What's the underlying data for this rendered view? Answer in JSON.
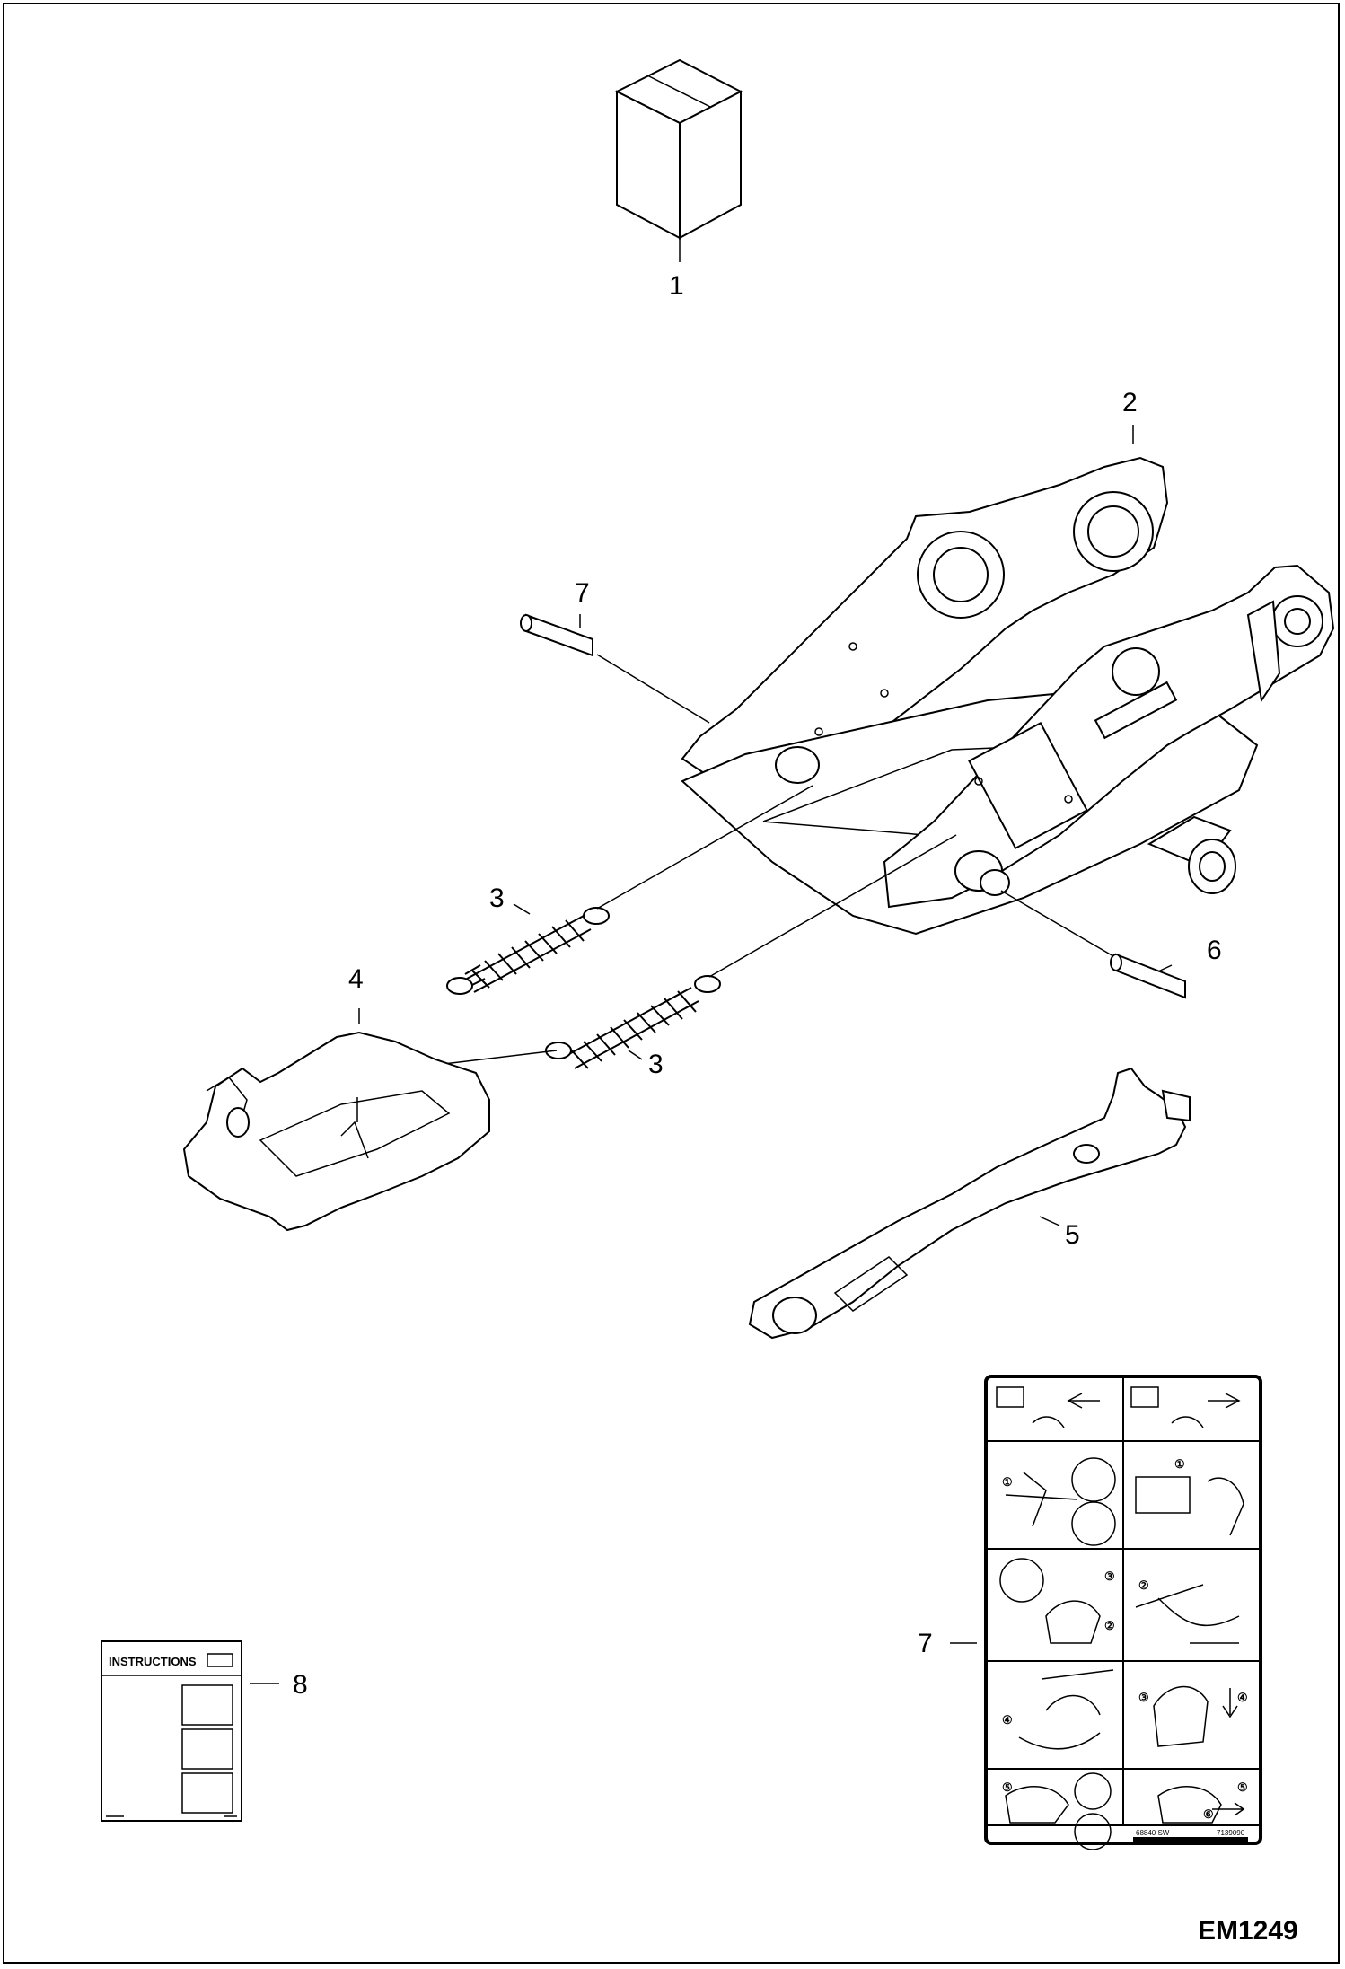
{
  "drawing_ref": "EM1249",
  "callouts": {
    "c1": "1",
    "c2": "2",
    "c3a": "3",
    "c3b": "3",
    "c4": "4",
    "c5": "5",
    "c6": "6",
    "c7a": "7",
    "c7b": "7",
    "c8": "8"
  },
  "instructions_card": {
    "title": "INSTRUCTIONS"
  },
  "decal": {
    "code_left": "68840 SW",
    "code_right": "7139090",
    "steps": [
      "①",
      "①",
      "②",
      "③",
      "②",
      "③",
      "④",
      "④",
      "⑤",
      "⑤",
      "⑥"
    ]
  }
}
